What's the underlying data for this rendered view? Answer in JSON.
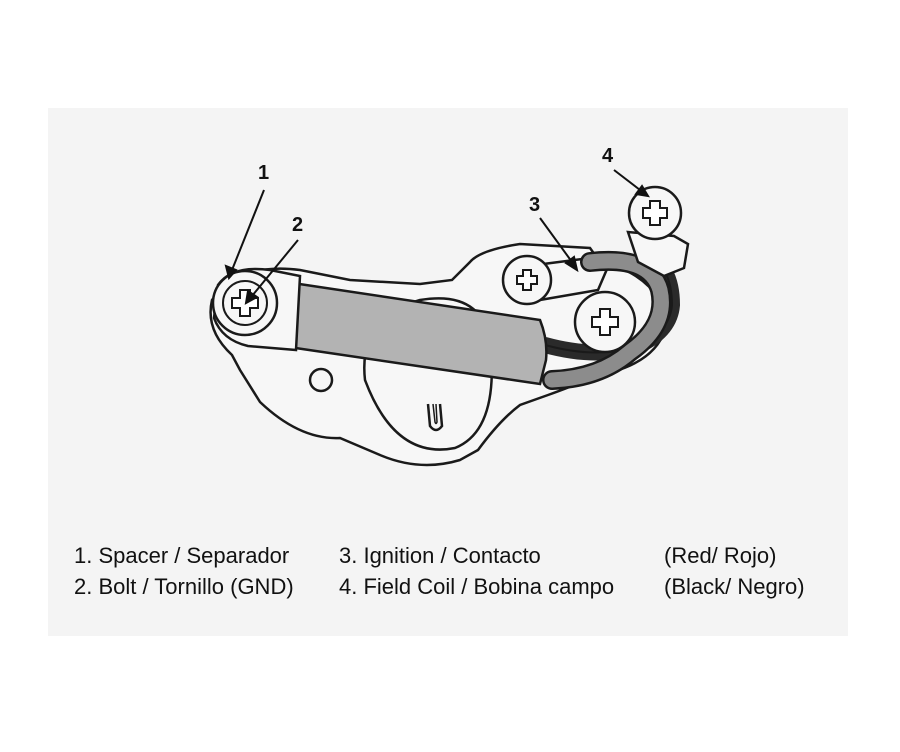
{
  "callouts": {
    "c1": "1",
    "c2": "2",
    "c3": "3",
    "c4": "4"
  },
  "legend": {
    "col1": [
      "1. Spacer / Separador",
      "2. Bolt / Tornillo (GND)"
    ],
    "col2": [
      "3. Ignition / Contacto",
      "4. Field Coil / Bobina campo"
    ],
    "col3": [
      "(Red/ Rojo)",
      "(Black/ Negro)"
    ]
  },
  "colors": {
    "outline": "#1a1a1a",
    "bracket_fill": "#f7f7f7",
    "spacer_fill": "#b3b3b3",
    "wire_red": "#8c8c8c",
    "wire_black": "#2a2a2a",
    "panel_bg": "#f4f4f4"
  }
}
